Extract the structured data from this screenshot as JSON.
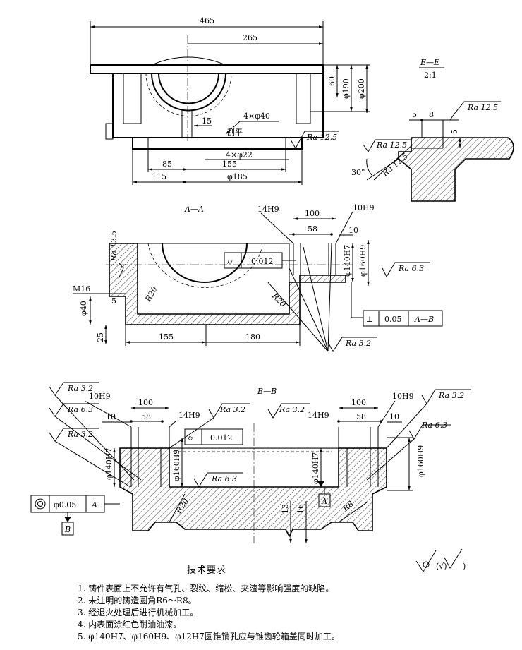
{
  "views": {
    "top": {
      "dims": [
        "465",
        "265",
        "60",
        "φ190",
        "φ200",
        "15",
        "4×φ40",
        "刮平",
        "4×φ22",
        "85",
        "155",
        "115",
        "φ185"
      ],
      "roughness": "Ra 12.5"
    },
    "section_ee": {
      "title": "E—E",
      "scale": "2:1",
      "dims": [
        "5",
        "8",
        "5",
        "30°"
      ],
      "roughness": [
        "Ra 12.5",
        "Ra 12.5",
        "Ra 12.5"
      ]
    },
    "section_aa": {
      "title": "A—A",
      "dims": [
        "14H9",
        "100",
        "10H9",
        "58",
        "10",
        "φ140H7",
        "φ160H9",
        "M16",
        "5",
        "φ40",
        "25",
        "155",
        "180",
        "R20",
        "R20"
      ],
      "roughness": [
        "Ra 12.5",
        "Ra 6.3",
        "Ra 3.2"
      ],
      "flatness": "0.012",
      "perpendicularity": {
        "value": "0.05",
        "datum": "A—B"
      }
    },
    "section_bb": {
      "title": "B—B",
      "dims": [
        "10H9",
        "100",
        "14H9",
        "58",
        "10",
        "φ140H7",
        "φ160H9",
        "φ140H7",
        "14H9",
        "100",
        "10H9",
        "58",
        "10",
        "φ160H9",
        "R20",
        "R8",
        "13",
        "16"
      ],
      "roughness": [
        "Ra 3.2",
        "Ra 6.3",
        "Ra 3.2",
        "Ra 3.2",
        "Ra 6.3",
        "Ra 3.2",
        "Ra 3.2",
        "Ra 6.3"
      ],
      "flatness": "0.012",
      "coaxiality": {
        "value": "φ0.05",
        "datum": "A"
      },
      "datums": [
        "B",
        "A"
      ]
    }
  },
  "other_symbol": "(√)",
  "requirements": {
    "title": "技术要求",
    "items": [
      "1. 铸件表面上不允许有气孔、裂纹、缩松、夹渣等影响强度的缺陷。",
      "2. 未注明的铸造圆角R6～R8。",
      "3. 经退火处理后进行机械加工。",
      "4. 内表面涂红色耐油油漆。",
      "5. φ140H7、φ160H9、φ12H7圆锥销孔应与锥齿轮箱盖同时加工。"
    ]
  }
}
